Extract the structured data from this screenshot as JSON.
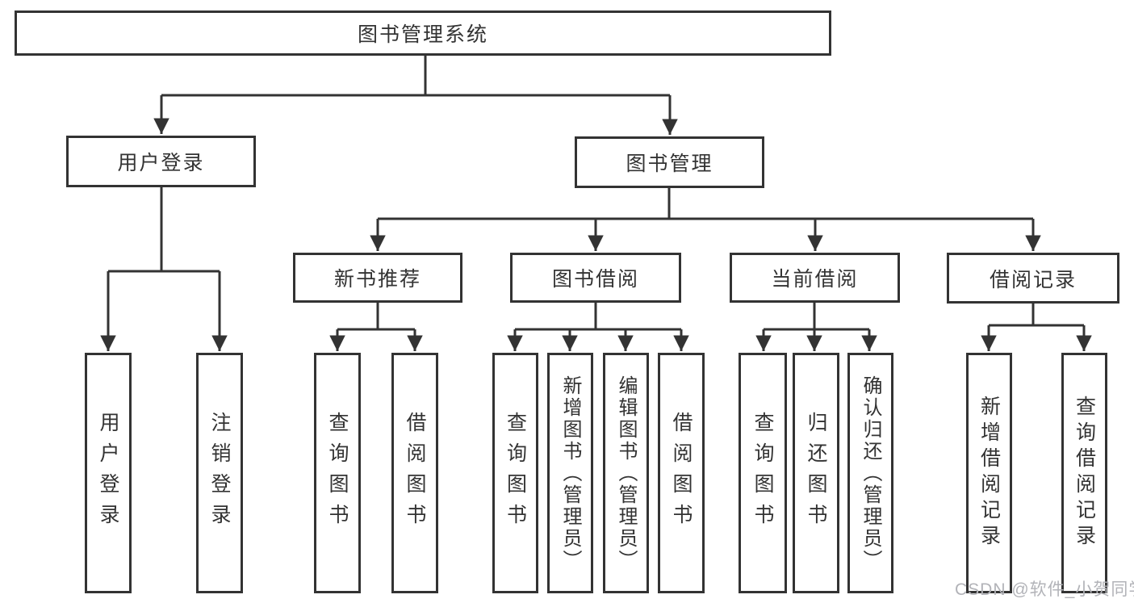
{
  "tree": {
    "label": "图书管理系统",
    "children": [
      {
        "label": "用户登录",
        "children": [
          {
            "label": "用户登录"
          },
          {
            "label": "注销登录"
          }
        ]
      },
      {
        "label": "图书管理",
        "children": [
          {
            "label": "新书推荐",
            "children": [
              {
                "label": "查询图书"
              },
              {
                "label": "借阅图书"
              }
            ]
          },
          {
            "label": "图书借阅",
            "children": [
              {
                "label": "查询图书"
              },
              {
                "label": "新增图书（管理员）"
              },
              {
                "label": "编辑图书（管理员）"
              },
              {
                "label": "借阅图书"
              }
            ]
          },
          {
            "label": "当前借阅",
            "children": [
              {
                "label": "查询图书"
              },
              {
                "label": "归还图书"
              },
              {
                "label": "确认归还（管理员）"
              }
            ]
          },
          {
            "label": "借阅记录",
            "children": [
              {
                "label": "新增借阅记录"
              },
              {
                "label": "查询借阅记录"
              }
            ]
          }
        ]
      }
    ]
  },
  "watermark": "CSDN @软件_小贺同学",
  "colors": {
    "background": "#ffffff",
    "line": "#333333",
    "box_border": "#333333",
    "text": "#333333",
    "watermark": "#b2b3b8"
  }
}
